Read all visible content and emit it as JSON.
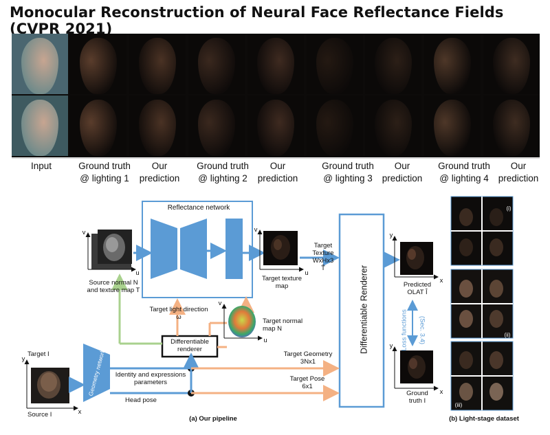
{
  "title": "Monocular Reconstruction of Neural Face Reflectance Fields (CVPR 2021)",
  "columns": [
    {
      "label": "Input"
    },
    {
      "label": "Ground truth\n@ lighting 1"
    },
    {
      "label": "Our\nprediction"
    },
    {
      "label": "Ground truth\n@ lighting 2"
    },
    {
      "label": "Our\nprediction"
    },
    {
      "label": "Ground truth\n@ lighting 3"
    },
    {
      "label": "Our\nprediction"
    },
    {
      "label": "Ground truth\n@ lighting 4"
    },
    {
      "label": "Our\nprediction"
    }
  ],
  "pipeline": {
    "reflectance_network": "Reflectance network",
    "source_normal": "Source normal N",
    "source_normal_2": "and texture map T",
    "target_light_direction": "Target light direction",
    "target_light_symbol": "ω",
    "target_texture_map": "Target texture",
    "target_texture_map_2": "map",
    "target_texture": "Target",
    "target_texture_2": "Texture",
    "target_texture_3": "WxHx3",
    "target_texture_symbol": "T̂",
    "target_normal_map": "Target normal",
    "target_normal_map_2": "map N",
    "differentiable_renderer_small": "Differentiable",
    "differentiable_renderer_small_2": "renderer",
    "differentiable_renderer_big": "Differentiable Renderer",
    "target_input": "Target I",
    "source_input": "Source I",
    "geometry_network": "Geometry network",
    "identity_params": "Identity and expressions",
    "identity_params_2": "parameters",
    "head_pose": "Head pose",
    "target_geometry": "Target Geometry",
    "target_geometry_dim": "3Nx1",
    "target_pose": "Target Pose",
    "target_pose_dim": "6x1",
    "predicted_olat": "Predicted",
    "predicted_olat_2": "OLAT Î",
    "loss_functions": "Loss functions",
    "sec_ref": "(Sec. 3.4)",
    "ground_truth": "Ground",
    "ground_truth_2": "truth I",
    "caption_a": "(a) Our pipeline",
    "caption_b": "(b) Light-stage dataset",
    "axis_u": "u",
    "axis_v": "v",
    "axis_x": "x",
    "axis_y": "y",
    "ds_i": "(i)",
    "ds_ii": "(ii)",
    "ds_iii": "(iii)"
  }
}
